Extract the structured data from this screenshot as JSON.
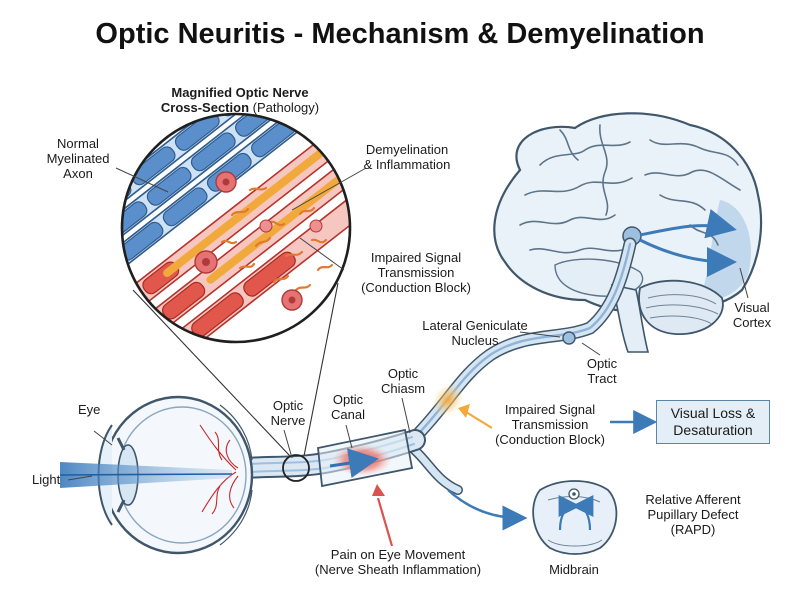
{
  "title": "Optic Neuritis - Mechanism & Demyelination",
  "inset": {
    "heading_bold_1": "Magnified Optic Nerve",
    "heading_bold_2": "Cross-Section",
    "heading_rest": " (Pathology)"
  },
  "labels": {
    "normal_axon": [
      "Normal",
      "Myelinated",
      "Axon"
    ],
    "demyelination": [
      "Demyelination",
      "& Inflammation"
    ],
    "impaired_inset": [
      "Impaired Signal",
      "Transmission",
      "(Conduction Block)"
    ],
    "eye": "Eye",
    "light": "Light",
    "optic_nerve": [
      "Optic",
      "Nerve"
    ],
    "optic_canal": [
      "Optic",
      "Canal"
    ],
    "optic_chiasm": [
      "Optic",
      "Chiasm"
    ],
    "lgn": [
      "Lateral Geniculate",
      "Nucleus"
    ],
    "optic_tract": [
      "Optic",
      "Tract"
    ],
    "visual_cortex": [
      "Visual",
      "Cortex"
    ],
    "impaired_main": [
      "Impaired Signal",
      "Transmission",
      "(Conduction Block)"
    ],
    "pain": [
      "Pain on Eye Movement",
      "(Nerve Sheath Inflammation)"
    ],
    "midbrain": "Midbrain",
    "rapd": [
      "Relative Afferent",
      "Pupillary Defect",
      "(RAPD)"
    ]
  },
  "outcome_box": [
    "Visual Loss &",
    "Desaturation"
  ],
  "colors": {
    "myelin_blue": "#5b8fcb",
    "inflamed_red": "#e2574c",
    "signal_orange": "#f2a93b",
    "nerve_blue": "#cfe0ef",
    "outline": "#3f566b",
    "pain_arrow": "#d9534f"
  }
}
